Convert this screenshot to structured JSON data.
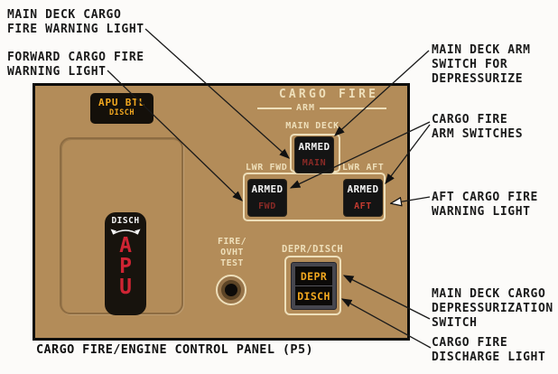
{
  "colors": {
    "panel_tan": "#b38c59",
    "cream": "#eedfba",
    "amber": "#f1a71f",
    "warn_red_dim": "#8a2a26",
    "warn_red_bright": "#c23a30",
    "apu_red": "#ce2433",
    "switch_black": "#141414"
  },
  "callouts": {
    "main_deck_fire_warning": "MAIN DECK CARGO\nFIRE WARNING LIGHT",
    "forward_fire_warning": "FORWARD CARGO FIRE\nWARNING LIGHT",
    "main_deck_arm_switch": "MAIN DECK ARM\nSWITCH FOR\nDEPRESSURIZE",
    "arm_switches": "CARGO FIRE\nARM SWITCHES",
    "aft_fire_warning": "AFT CARGO FIRE\nWARNING LIGHT",
    "depressurization_switch": "MAIN DECK CARGO\nDEPRESSURIZATION\nSWITCH",
    "discharge_light": "CARGO FIRE\nDISCHARGE LIGHT"
  },
  "caption": "CARGO FIRE/ENGINE CONTROL PANEL (P5)",
  "panel": {
    "apu_btl_light": {
      "line1": "APU BTL",
      "line2": "DISCH"
    },
    "section_title": "CARGO FIRE",
    "arm_label": "ARM",
    "main_deck_label": "MAIN DECK",
    "lwr_fwd_label": "LWR FWD",
    "lwr_aft_label": "LWR AFT",
    "main_switch": {
      "armed": "ARMED",
      "light": "MAIN"
    },
    "fwd_switch": {
      "armed": "ARMED",
      "light": "FWD"
    },
    "aft_switch": {
      "armed": "ARMED",
      "light": "AFT"
    },
    "fire_test_label": "FIRE/\nOVHT\nTEST",
    "depr_disch": {
      "label": "DEPR/DISCH",
      "top": "DEPR",
      "bottom": "DISCH"
    },
    "apu_handle": {
      "label": "DISCH",
      "letters": [
        "A",
        "P",
        "U"
      ]
    }
  }
}
